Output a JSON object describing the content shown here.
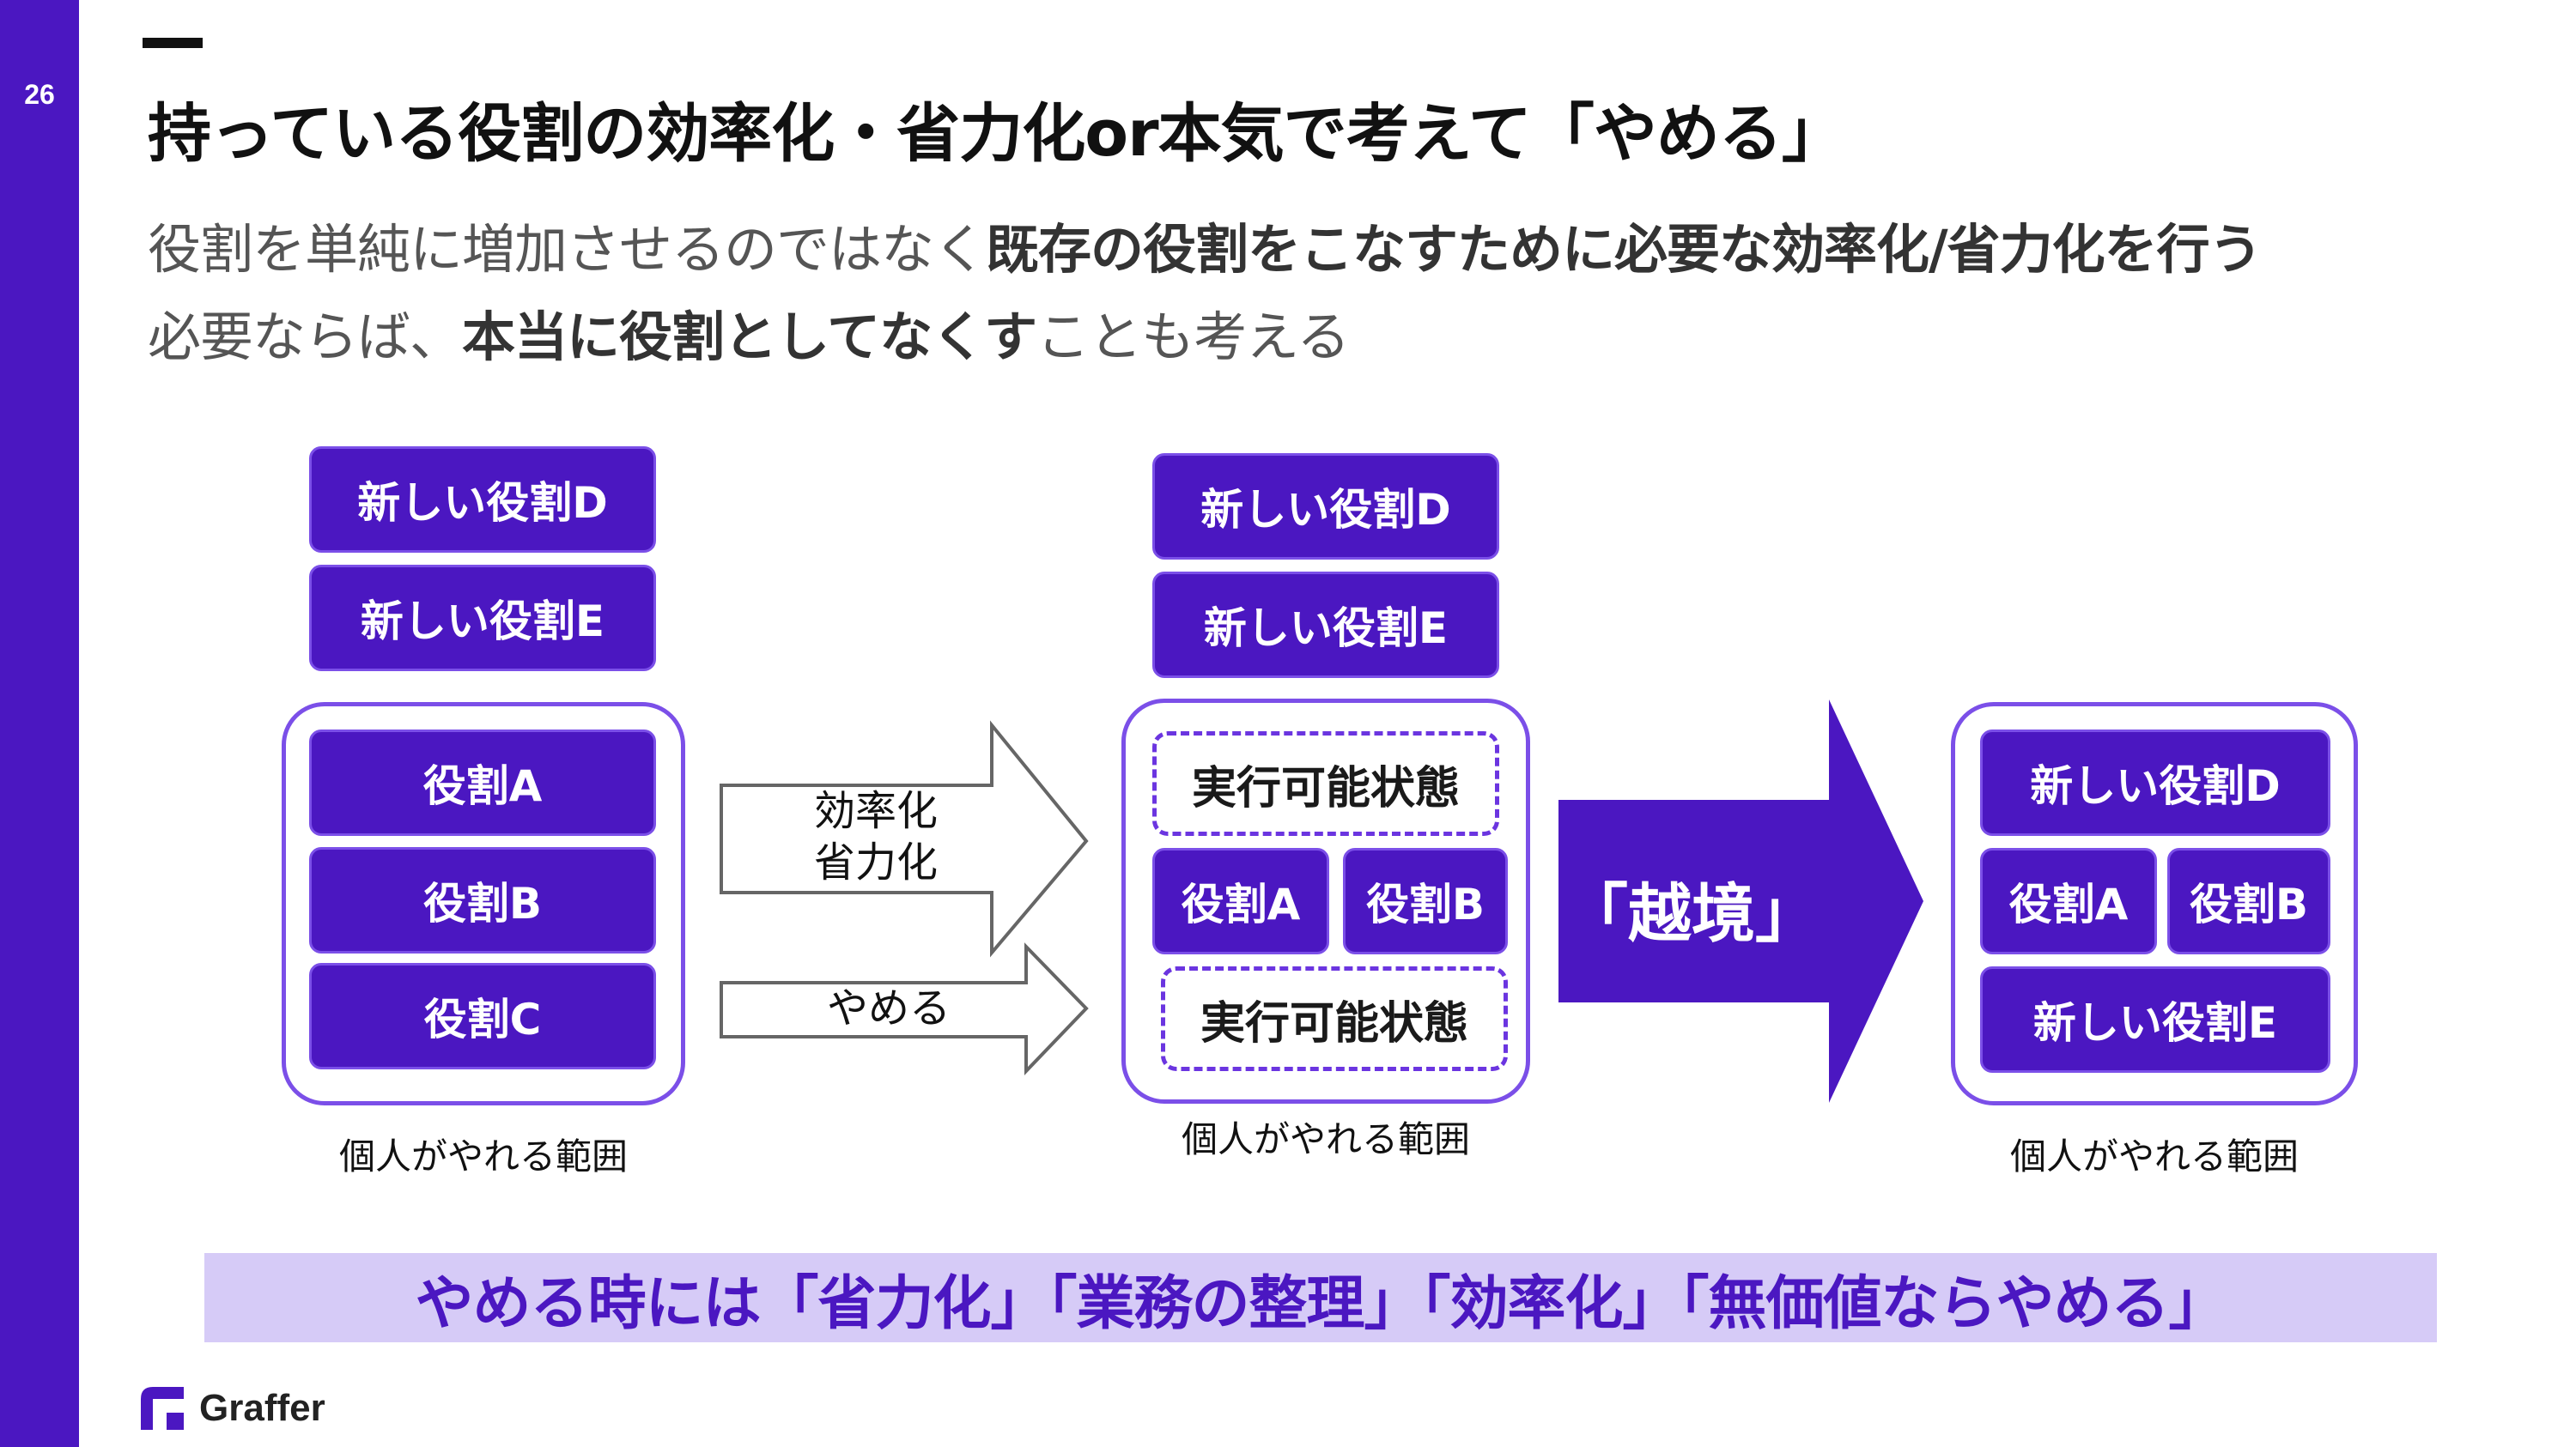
{
  "page_number": "26",
  "title": "持っている役割の効率化・省力化or本気で考えて「やめる」",
  "subtitle": {
    "line1_a": "役割を単純に増加させるのではなく",
    "line1_b": "既存の役割をこなすために必要な効率化/省力化を行う",
    "line2_a": "必要ならば、",
    "line2_b": "本当に役割としてなくす",
    "line2_c": "ことも考える"
  },
  "left": {
    "new_d": "新しい役割D",
    "new_e": "新しい役割E",
    "role_a": "役割A",
    "role_b": "役割B",
    "role_c": "役割C",
    "caption": "個人がやれる範囲"
  },
  "arrows": {
    "top_line1": "効率化",
    "top_line2": "省力化",
    "bottom": "やめる",
    "big": "「越境」"
  },
  "middle": {
    "new_d": "新しい役割D",
    "new_e": "新しい役割E",
    "exec1": "実行可能状態",
    "role_a": "役割A",
    "role_b": "役割B",
    "exec2": "実行可能状態",
    "caption": "個人がやれる範囲"
  },
  "right": {
    "new_d": "新しい役割D",
    "role_a": "役割A",
    "role_b": "役割B",
    "new_e": "新しい役割E",
    "caption": "個人がやれる範囲"
  },
  "banner": "やめる時には「省力化」「業務の整理」「効率化」「無価値ならやめる」",
  "logo": "Graffer",
  "colors": {
    "brand": "#4b17c1",
    "border": "#7b4fe8",
    "banner_bg": "#d6cbf7"
  }
}
